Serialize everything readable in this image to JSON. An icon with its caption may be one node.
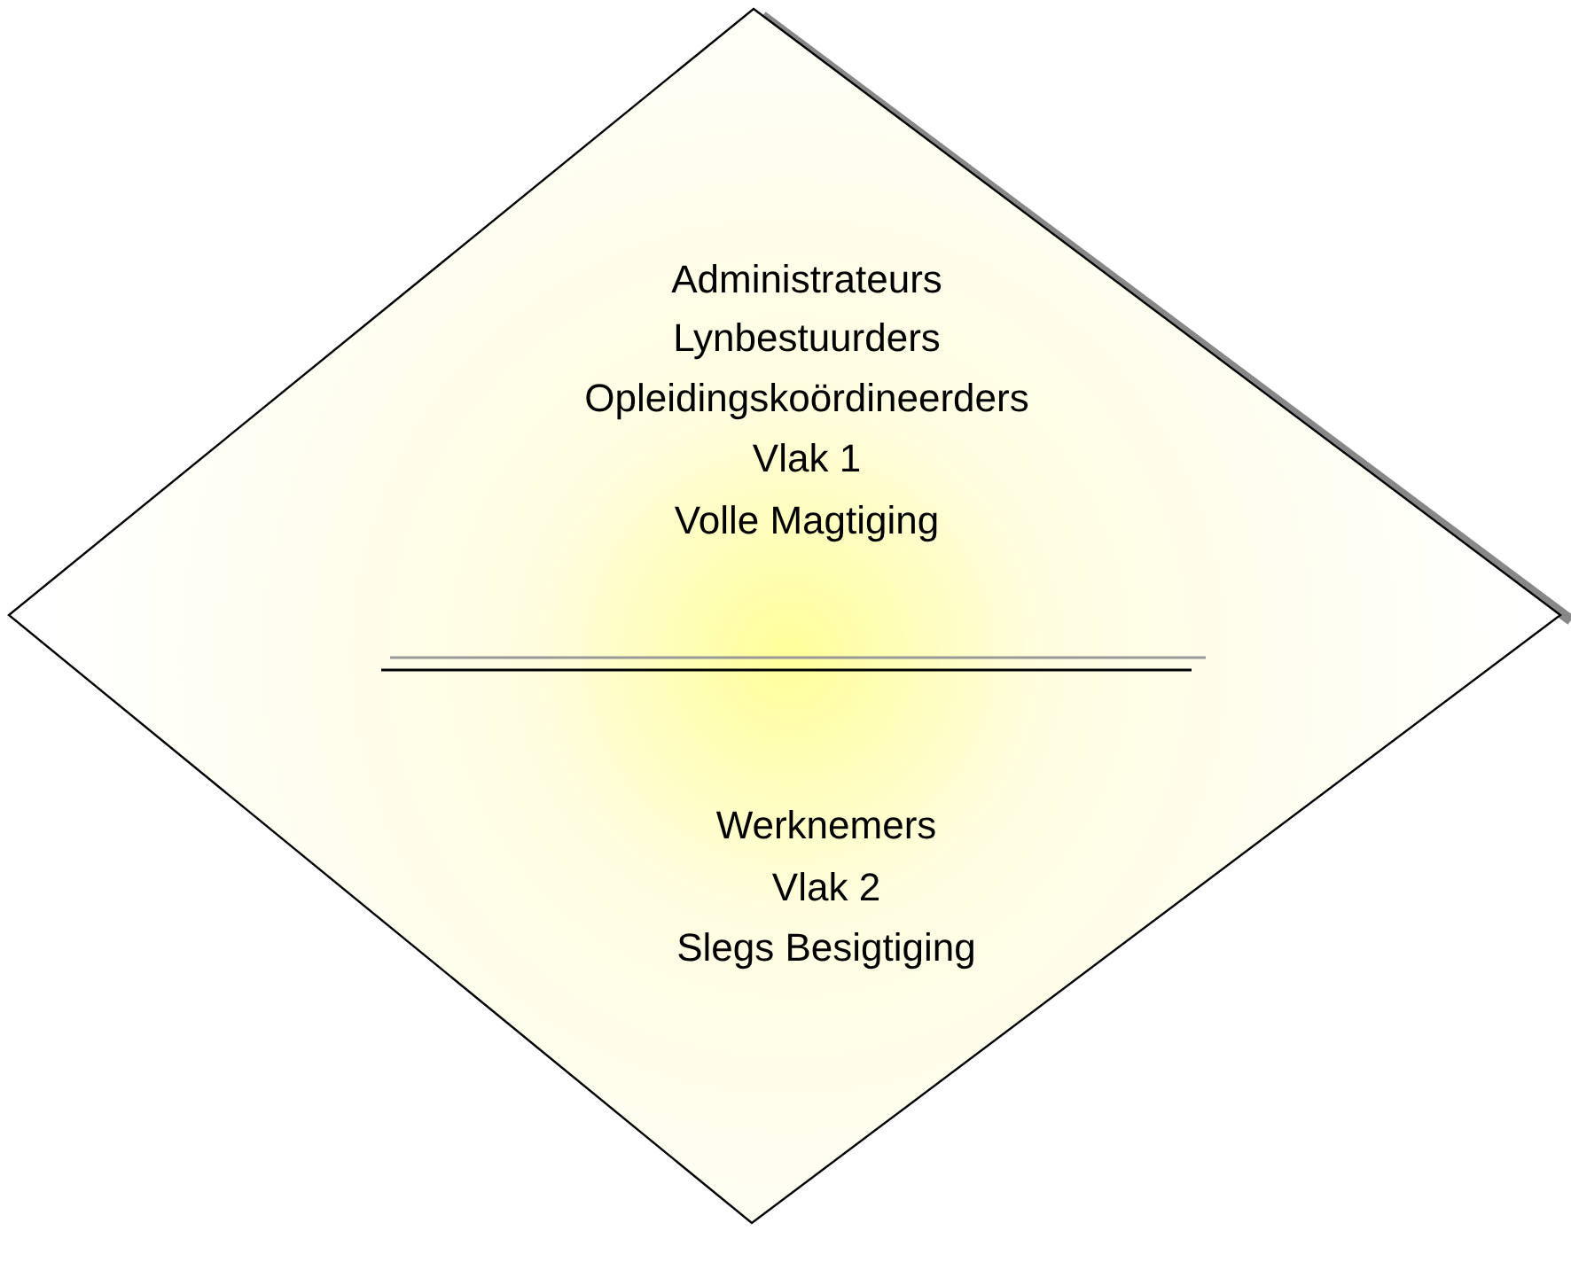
{
  "diagram": {
    "nodes": [
      {
        "text": [
          "Administrateurs",
          "Lynbestuurders",
          "Opleidingskoördineerders",
          "Vlak 1",
          "Volle Magtiging",
          "Werknemers",
          "Vlak 2",
          "Slegs Besigtiging"
        ]
      }
    ]
  }
}
